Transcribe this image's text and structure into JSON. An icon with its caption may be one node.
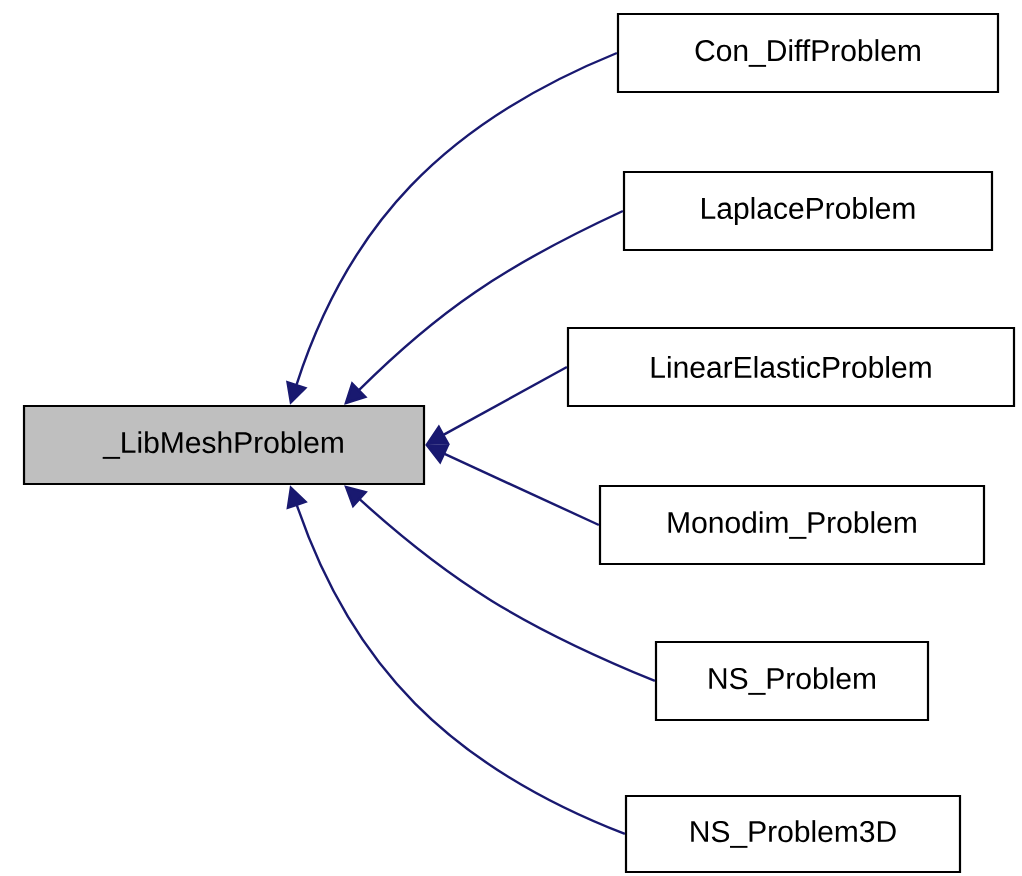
{
  "diagram": {
    "nodes": [
      {
        "text": [
          "_LibMeshProblem"
        ]
      },
      {
        "text": [
          "Con_DiffProblem"
        ]
      },
      {
        "text": [
          "LaplaceProblem"
        ]
      },
      {
        "text": [
          "LinearElasticProblem"
        ]
      },
      {
        "text": [
          "Monodim_Problem"
        ]
      },
      {
        "text": [
          "NS_Problem"
        ]
      },
      {
        "text": [
          "NS_Problem3D"
        ]
      }
    ],
    "edges": [
      {
        "from": 1,
        "to": 0,
        "arrow": "to"
      },
      {
        "from": 2,
        "to": 0,
        "arrow": "to"
      },
      {
        "from": 3,
        "to": 0,
        "arrow": "to"
      },
      {
        "from": 4,
        "to": 0,
        "arrow": "to"
      },
      {
        "from": 5,
        "to": 0,
        "arrow": "to"
      },
      {
        "from": 6,
        "to": 0,
        "arrow": "to"
      }
    ]
  }
}
